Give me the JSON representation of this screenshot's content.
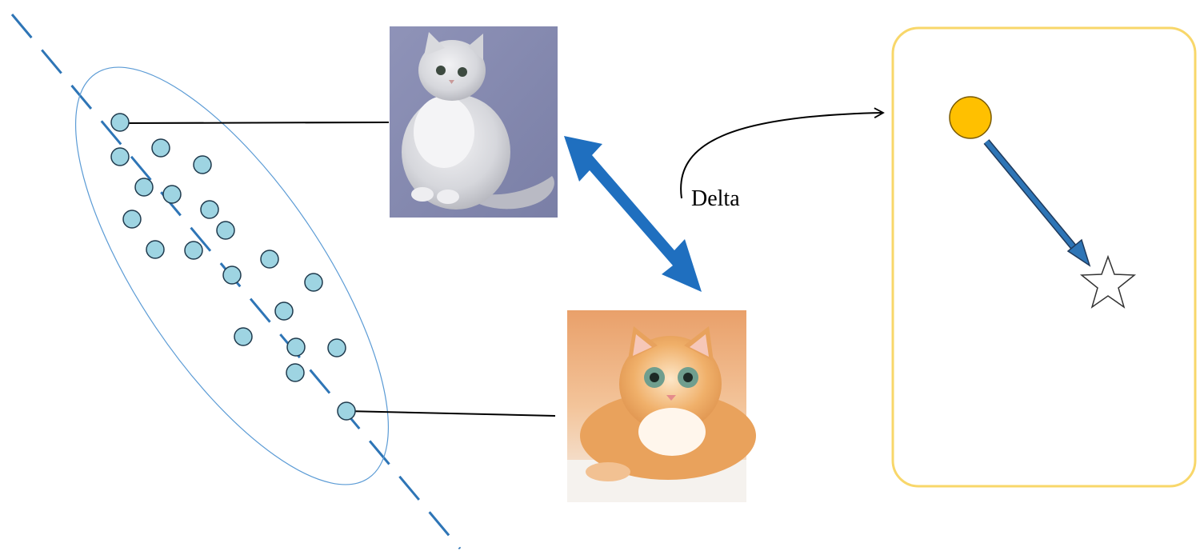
{
  "labels": {
    "delta": "Delta"
  },
  "images": {
    "top": {
      "subject": "grey-silver-cat-photo"
    },
    "bottom": {
      "subject": "orange-golden-cat-photo"
    }
  },
  "colors": {
    "dot_fill": "#9ED4E2",
    "dot_stroke": "#1F3A4D",
    "axis_blue": "#2E75B6",
    "arrow_blue": "#1F6FBF",
    "panel_border": "#F8D76A",
    "orange_dot": "#FFC000",
    "ellipse_stroke": "#5B9BD5"
  }
}
